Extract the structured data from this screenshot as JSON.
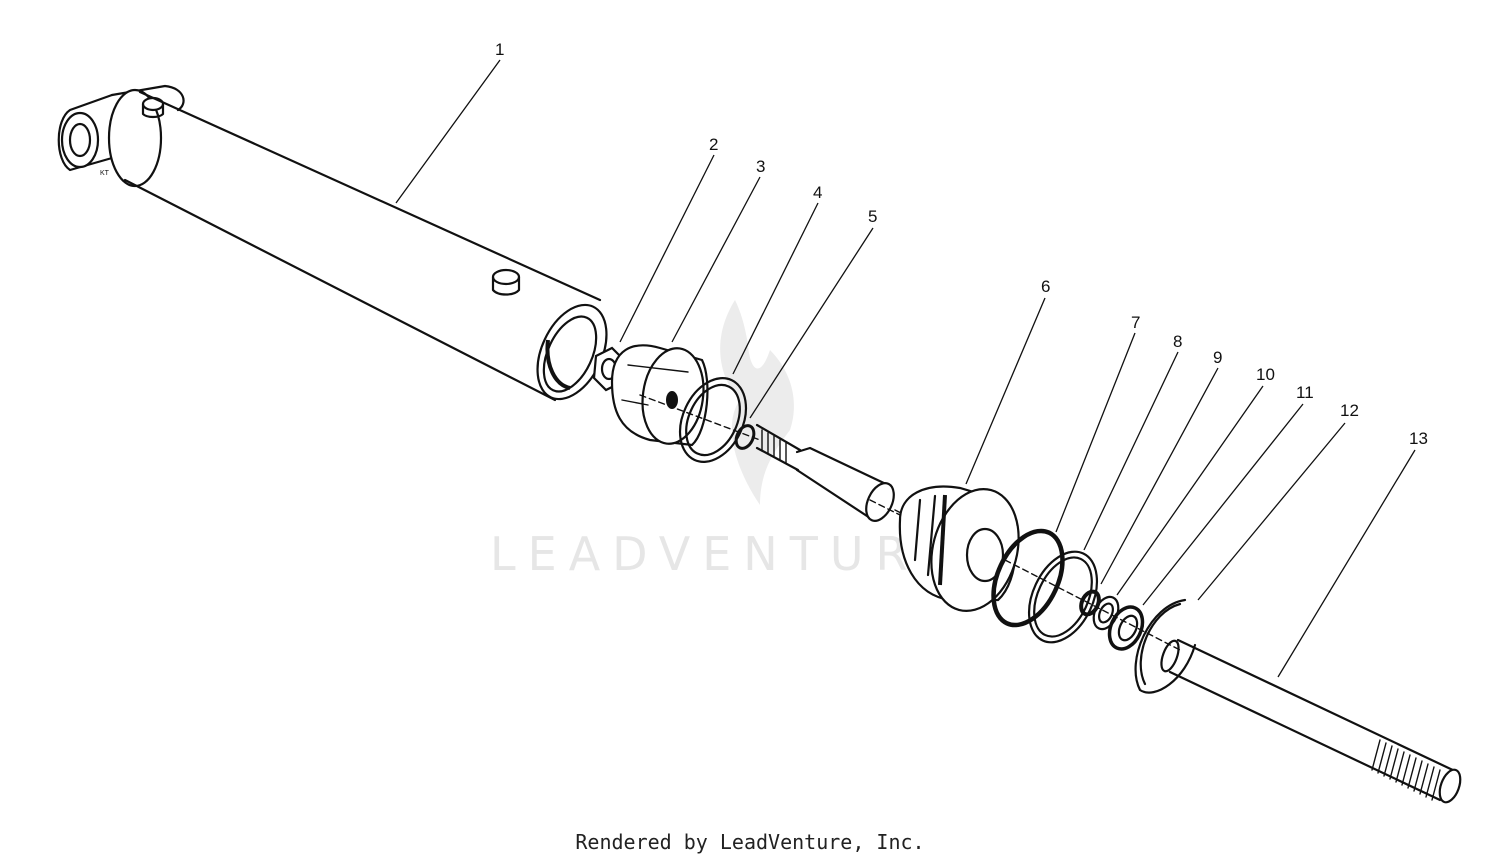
{
  "callouts": [
    {
      "id": "1",
      "label": "1"
    },
    {
      "id": "2",
      "label": "2"
    },
    {
      "id": "3",
      "label": "3"
    },
    {
      "id": "4",
      "label": "4"
    },
    {
      "id": "5",
      "label": "5"
    },
    {
      "id": "6",
      "label": "6"
    },
    {
      "id": "7",
      "label": "7"
    },
    {
      "id": "8",
      "label": "8"
    },
    {
      "id": "9",
      "label": "9"
    },
    {
      "id": "10",
      "label": "10"
    },
    {
      "id": "11",
      "label": "11"
    },
    {
      "id": "12",
      "label": "12"
    },
    {
      "id": "13",
      "label": "13"
    }
  ],
  "stamp_text": "KT",
  "watermark_text": "LEADVENTURE",
  "footer_text": "Rendered by LeadVenture, Inc."
}
